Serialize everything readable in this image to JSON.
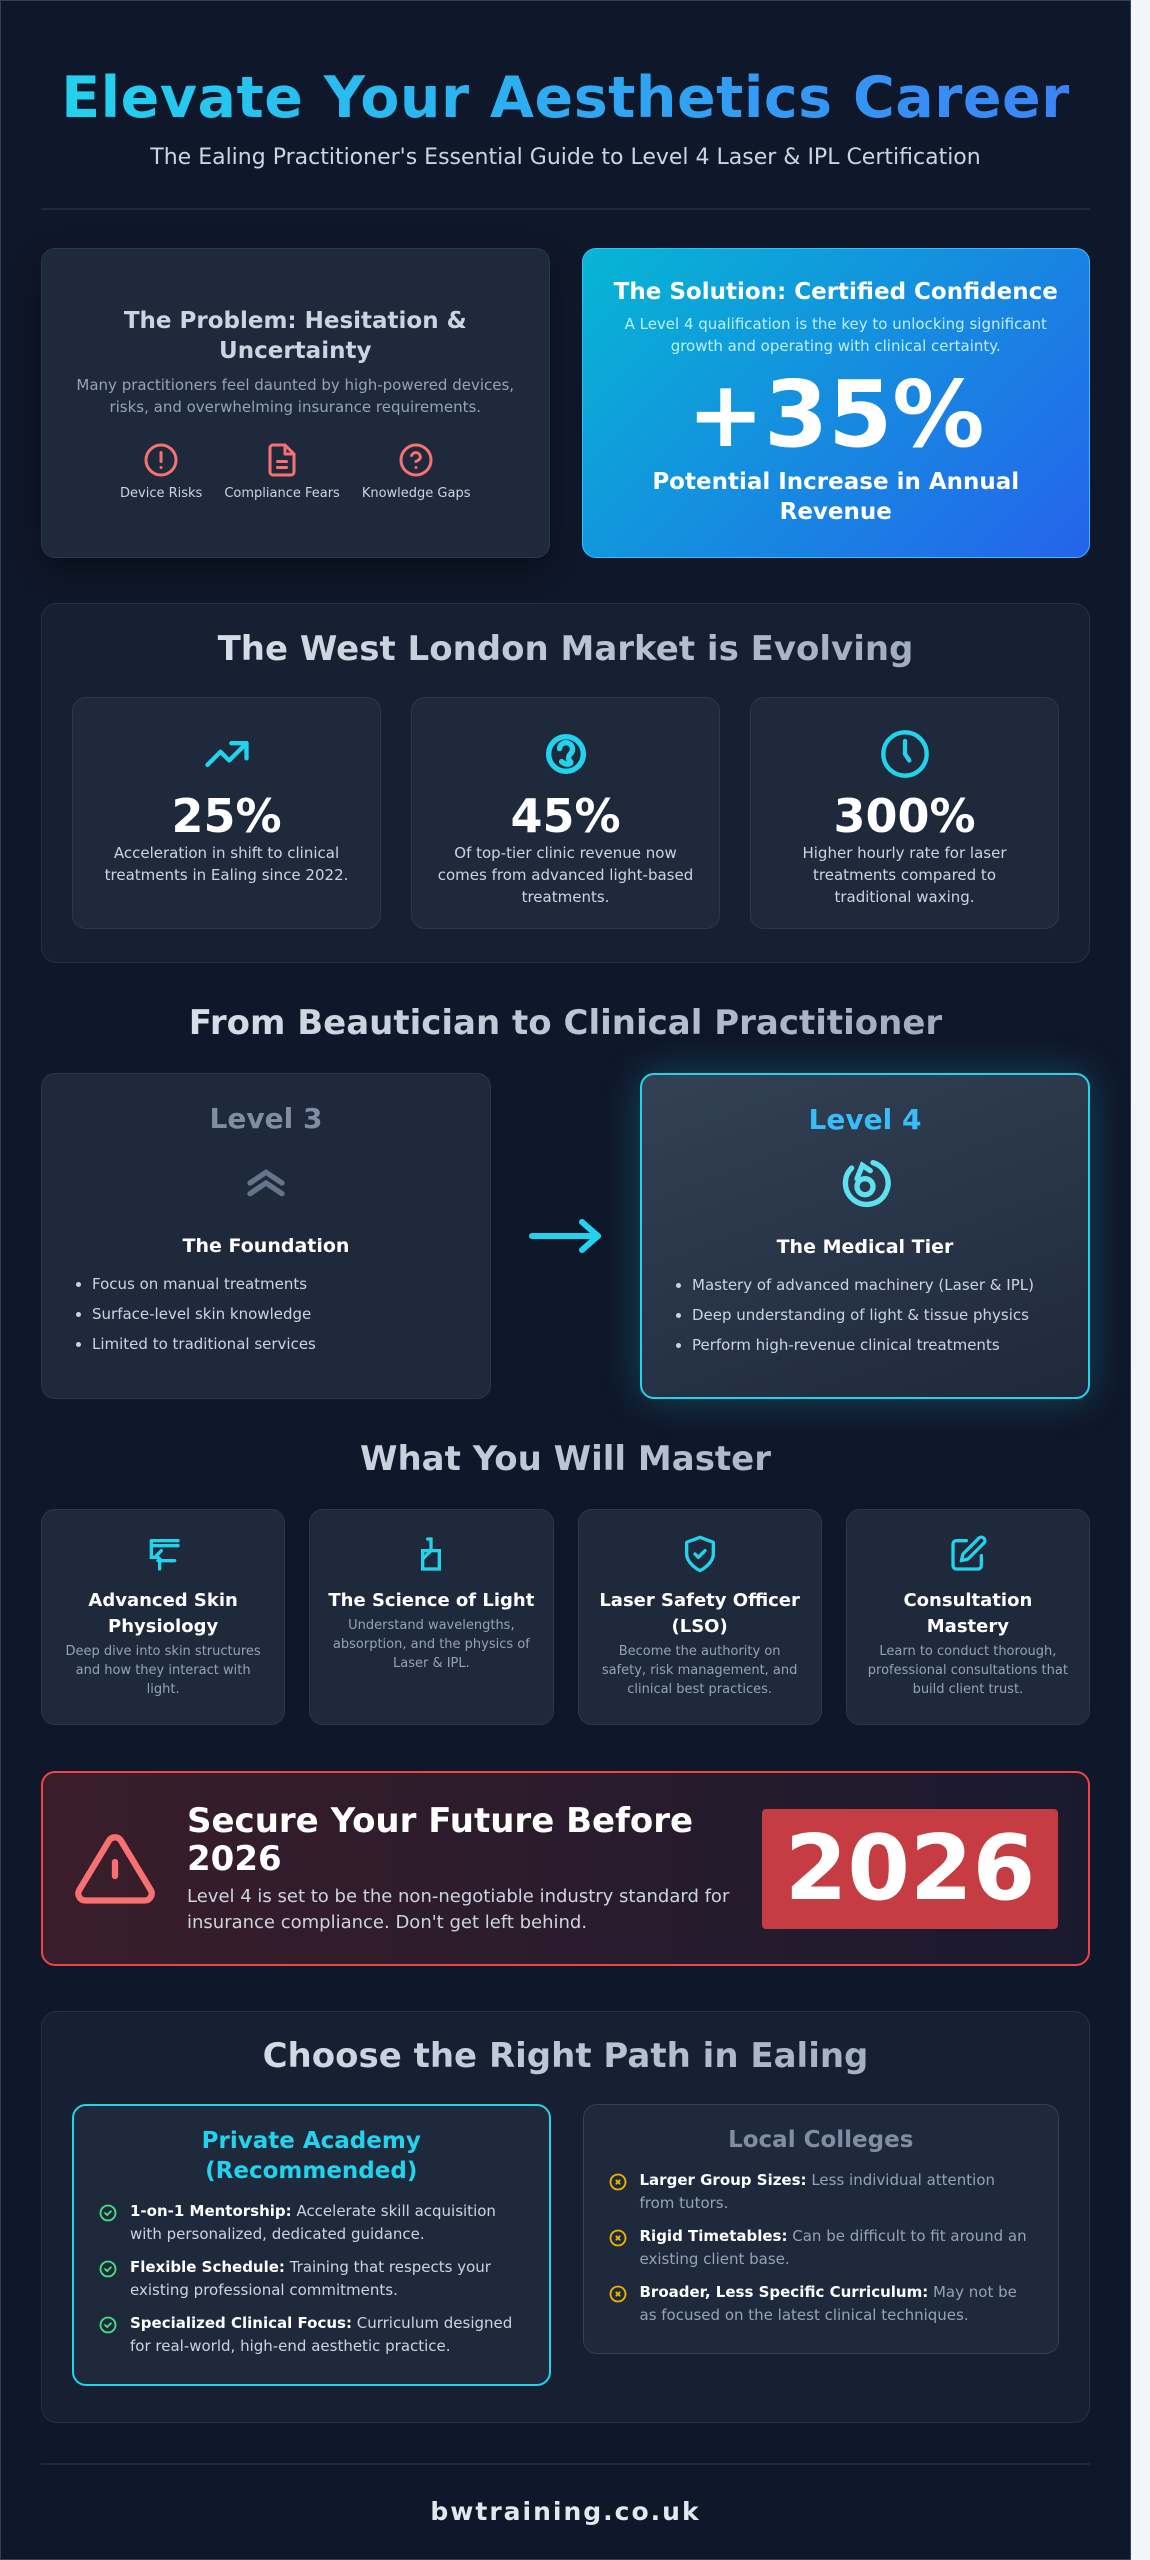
{
  "header": {
    "title": "Elevate Your Aesthetics Career",
    "subtitle": "The Ealing Practitioner's Essential Guide to Level 4 Laser & IPL Certification"
  },
  "problem": {
    "title": "The Problem: Hesitation & Uncertainty",
    "text": "Many practitioners feel daunted by high-powered devices, risks, and overwhelming insurance requirements.",
    "items": [
      {
        "icon": "alert-circle-icon",
        "label": "Device Risks"
      },
      {
        "icon": "document-icon",
        "label": "Compliance Fears"
      },
      {
        "icon": "question-circle-icon",
        "label": "Knowledge Gaps"
      }
    ],
    "accent": "#f87171"
  },
  "solution": {
    "title": "The Solution: Certified Confidence",
    "text": "A Level 4 qualification is the key to unlocking significant growth and operating with clinical certainty.",
    "stat": "+35%",
    "stat_label": "Potential Increase in Annual Revenue"
  },
  "market": {
    "title": "The West London Market is Evolving",
    "stats": [
      {
        "icon": "trending-up-icon",
        "value": "25%",
        "desc": "Acceleration in shift to clinical treatments in Ealing since 2022."
      },
      {
        "icon": "light-swirl-icon",
        "value": "45%",
        "desc": "Of top-tier clinic revenue now comes from advanced light-based treatments."
      },
      {
        "icon": "clock-icon",
        "value": "300%",
        "desc": "Higher hourly rate for laser treatments compared to traditional waxing."
      }
    ]
  },
  "progression": {
    "title": "From Beautician to Clinical Practitioner",
    "level3": {
      "label": "Level 3",
      "subtitle": "The Foundation",
      "points": [
        "Focus on manual treatments",
        "Surface-level skin knowledge",
        "Limited to traditional services"
      ]
    },
    "level4": {
      "label": "Level 4",
      "subtitle": "The Medical Tier",
      "points": [
        "Mastery of advanced machinery (Laser & IPL)",
        "Deep understanding of light & tissue physics",
        "Perform high-revenue clinical treatments"
      ]
    }
  },
  "master": {
    "title": "What You Will Master",
    "skills": [
      {
        "icon": "layers-icon",
        "title": "Advanced Skin Physiology",
        "desc": "Deep dive into skin structures and how they interact with light."
      },
      {
        "icon": "flask-icon",
        "title": "The Science of Light",
        "desc": "Understand wavelengths, absorption, and the physics of Laser & IPL."
      },
      {
        "icon": "shield-check-icon",
        "title": "Laser Safety Officer (LSO)",
        "desc": "Become the authority on safety, risk management, and clinical best practices."
      },
      {
        "icon": "edit-icon",
        "title": "Consultation Mastery",
        "desc": "Learn to conduct thorough, professional consultations that build client trust."
      }
    ]
  },
  "urgency": {
    "title": "Secure Your Future Before 2026",
    "text": "Level 4 is set to be the non-negotiable industry standard for insurance compliance. Don't get left behind.",
    "year": "2026"
  },
  "paths": {
    "title": "Choose the Right Path in Ealing",
    "academy": {
      "title": "Private Academy (Recommended)",
      "items": [
        {
          "bold": "1-on-1 Mentorship:",
          "text": " Accelerate skill acquisition with personalized, dedicated guidance."
        },
        {
          "bold": "Flexible Schedule:",
          "text": " Training that respects your existing professional commitments."
        },
        {
          "bold": "Specialized Clinical Focus:",
          "text": " Curriculum designed for real-world, high-end aesthetic practice."
        }
      ]
    },
    "colleges": {
      "title": "Local Colleges",
      "items": [
        {
          "bold": "Larger Group Sizes:",
          "text": " Less individual attention from tutors."
        },
        {
          "bold": "Rigid Timetables:",
          "text": " Can be difficult to fit around an existing client base."
        },
        {
          "bold": "Broader, Less Specific Curriculum:",
          "text": " May not be as focused on the latest clinical techniques."
        }
      ]
    }
  },
  "footer": {
    "site": "bwtraining.co.uk"
  },
  "colors": {
    "background": "#0f172a",
    "card": "#1e293b",
    "accent_cyan": "#22d3ee",
    "accent_blue": "#3b82f6",
    "warning_red": "#ef4444",
    "check_green": "#4ade80",
    "x_yellow": "#eab308"
  }
}
